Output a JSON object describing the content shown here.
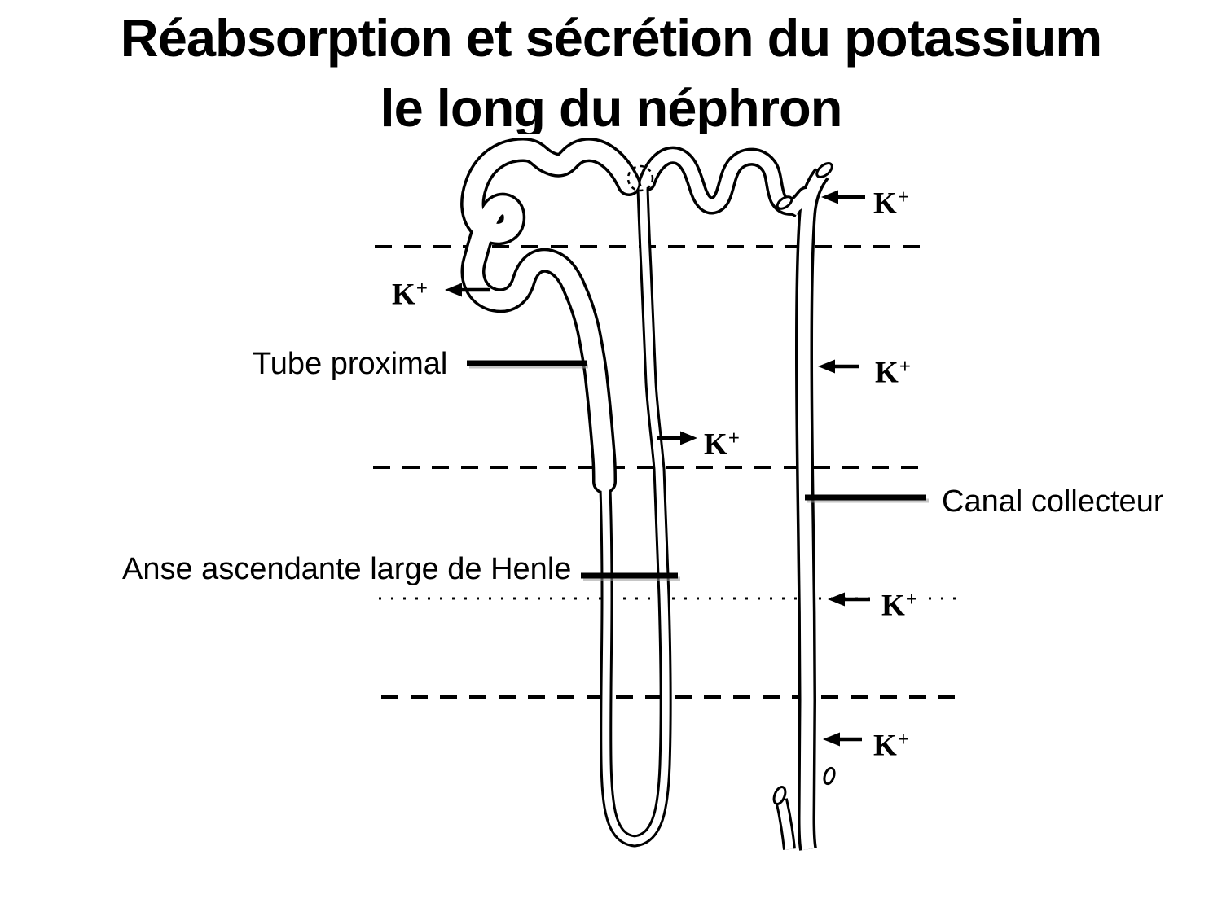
{
  "title": {
    "line1": "Réabsorption et sécrétion du potassium",
    "line2": "le long du néphron"
  },
  "labels": {
    "tube_proximal": "Tube proximal",
    "anse_henle": "Anse ascendante large de Henle",
    "canal_collecteur": "Canal collecteur"
  },
  "ion": {
    "base": "K",
    "sup": "+"
  },
  "colors": {
    "ink": "#000000",
    "background": "#ffffff"
  }
}
